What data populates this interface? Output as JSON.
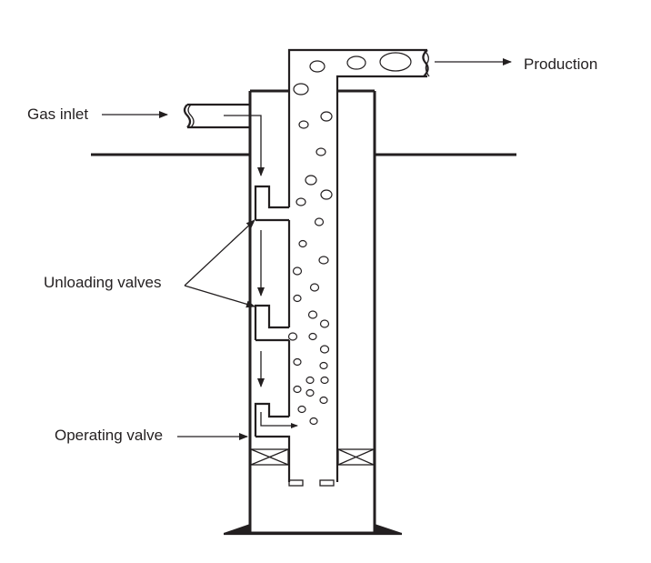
{
  "title": "Gas lift well schematic",
  "labels": {
    "gas_inlet": "Gas inlet",
    "production": "Production",
    "unloading_valves": "Unloading valves",
    "operating_valve": "Operating valve"
  },
  "colors": {
    "line": "#231f20",
    "background": "#ffffff"
  }
}
